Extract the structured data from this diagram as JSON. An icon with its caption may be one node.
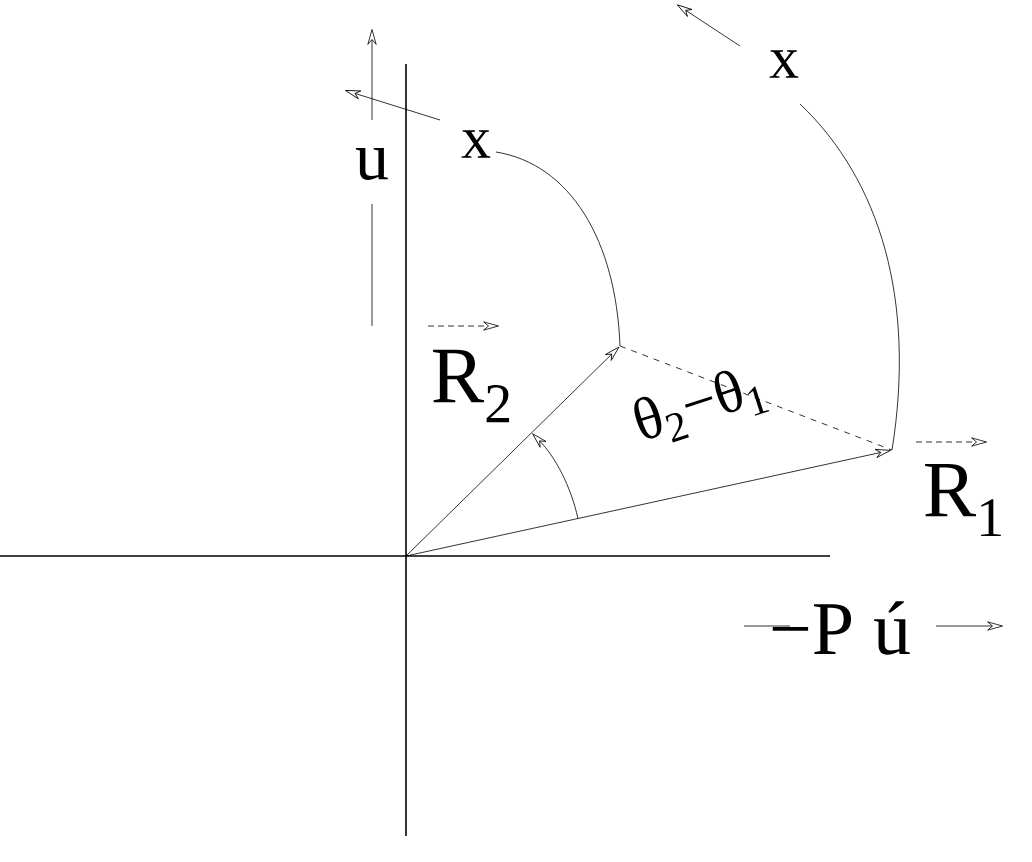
{
  "diagram": {
    "labels": [
      "x",
      "u",
      "x",
      "R$_{2}$",
      "θ$_{2}$−θ$_{1}$",
      "R$_{1}$",
      "−P ú"
    ]
  }
}
